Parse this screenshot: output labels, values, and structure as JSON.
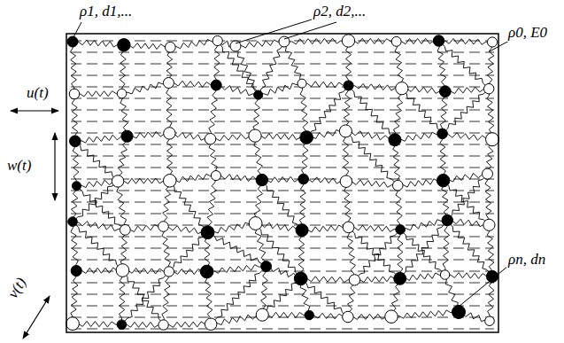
{
  "diagram": {
    "labels": [
      "ρ1, d1,...",
      "ρ2, d2,...",
      "ρ0, E0",
      "ρn, dn",
      "u(t)",
      "w(t)",
      "v(t)"
    ]
  }
}
